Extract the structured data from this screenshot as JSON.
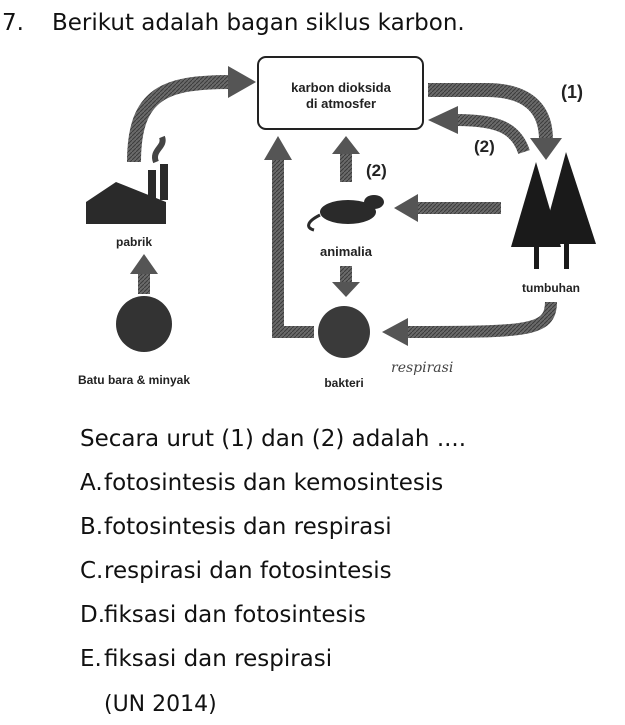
{
  "question": {
    "number": "7.",
    "text": "Berikut adalah bagan siklus karbon."
  },
  "diagram": {
    "atmosphere_line1": "karbon dioksida",
    "atmosphere_line2": "di atmosfer",
    "marker_1": "(1)",
    "marker_2_right": "(2)",
    "marker_2_center": "(2)",
    "factory_label": "pabrik",
    "animal_label": "animalia",
    "plant_label": "tumbuhan",
    "coal_label": "Batu bara & minyak",
    "bacteria_label": "bakteri",
    "handwritten_note": "respirasi"
  },
  "prompt": "Secara urut (1) dan (2) adalah ....",
  "options": [
    {
      "letter": "A.",
      "text": "fotosintesis dan kemosintesis"
    },
    {
      "letter": "B.",
      "text": "fotosintesis dan respirasi"
    },
    {
      "letter": "C.",
      "text": "respirasi dan fotosintesis"
    },
    {
      "letter": "D.",
      "text": "fiksasi dan fotosintesis"
    },
    {
      "letter": "E.",
      "text": "fiksasi dan respirasi"
    }
  ],
  "source": "(UN 2014)",
  "colors": {
    "arrow": "#555555",
    "ink": "#222222"
  }
}
